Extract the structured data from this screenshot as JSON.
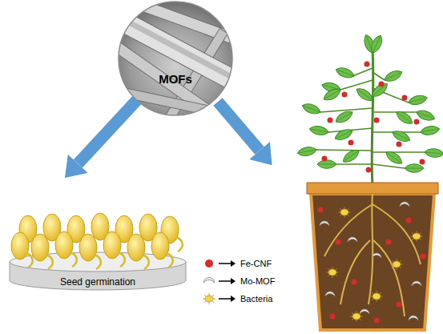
{
  "diagram": {
    "nodes": [
      {
        "text": [
          "MOFs"
        ]
      },
      {
        "text": [
          "Seed germination"
        ]
      }
    ],
    "edges": [
      {
        "from": 0,
        "to": 1,
        "arrow": "to"
      }
    ],
    "legend": [
      {
        "text": "Fe-CNF",
        "color": "#d62b2b"
      },
      {
        "text": "Mo-MOF"
      },
      {
        "text": "Bacteria"
      }
    ]
  }
}
